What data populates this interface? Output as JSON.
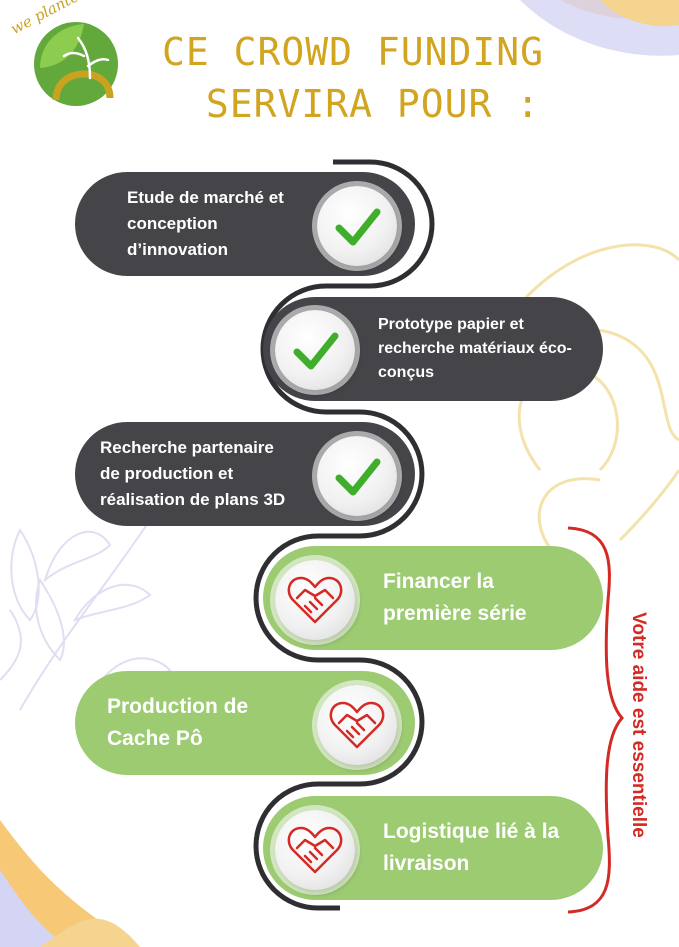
{
  "logo": {
    "text": "we plante"
  },
  "title": {
    "line1": "CE CROWD FUNDING",
    "line2": "SERVIRA POUR :"
  },
  "steps": [
    {
      "label": "Etude de marché et conception d’innovation",
      "icon": "checkmark-icon",
      "status": "done"
    },
    {
      "label": "Prototype papier et recherche matériaux éco-conçus",
      "icon": "checkmark-icon",
      "status": "done"
    },
    {
      "label": "Recherche partenaire de production et réalisation de plans 3D",
      "icon": "checkmark-icon",
      "status": "done"
    },
    {
      "label": "Financer la première série",
      "icon": "heart-handshake-icon",
      "status": "todo"
    },
    {
      "label": "Production de Cache Pô",
      "icon": "heart-handshake-icon",
      "status": "todo"
    },
    {
      "label": "Logistique lié à la livraison",
      "icon": "heart-handshake-icon",
      "status": "todo"
    }
  ],
  "side_note": "Votre aide est essentielle",
  "colors": {
    "dark": "#454448",
    "green": "#9ccb72",
    "check": "#3fae2a",
    "accent": "#d42a25",
    "title": "#d2a520"
  }
}
